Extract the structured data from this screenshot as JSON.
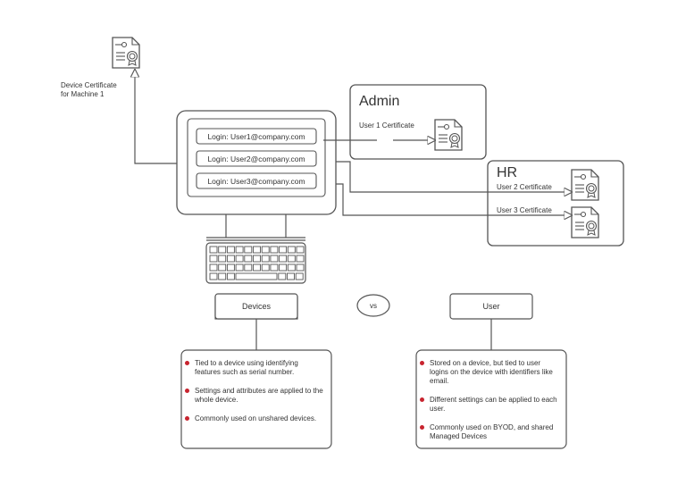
{
  "device_cert_label": [
    "Device Certificate",
    "for Machine 1"
  ],
  "logins": [
    "Login: User1@company.com",
    "Login: User2@company.com",
    "Login: User3@company.com"
  ],
  "admin": {
    "title": "Admin",
    "cert_label": "User 1 Certificate"
  },
  "hr": {
    "title": "HR",
    "cert1_label": "User 2 Certificate",
    "cert2_label": "User 3 Certificate"
  },
  "devices_label": "Devices",
  "vs_label": "vs",
  "user_label": "User",
  "devices_points": [
    "Tied to a device using identifying features such as serial number.",
    "Settings and attributes are applied to the whole device.",
    "Commonly used on unshared devices."
  ],
  "user_points": [
    "Stored on a device, but tied to user logins on the device with identifiers like email.",
    "Different settings can be applied to each user.",
    "Commonly used on BYOD, and shared Managed Devices"
  ],
  "colors": {
    "line": "#555555",
    "accent": "#c8242f"
  },
  "icons": [
    "certificate-icon",
    "monitor-icon",
    "keyboard-icon"
  ]
}
